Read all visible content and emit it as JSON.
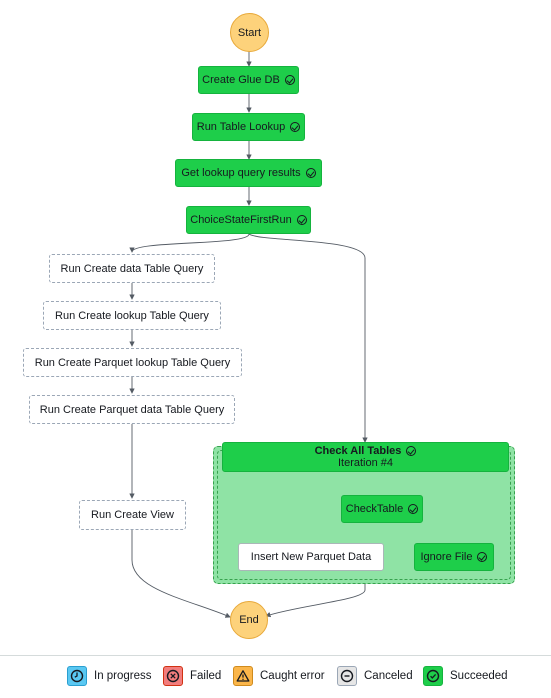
{
  "diagram": {
    "start": "Start",
    "end": "End",
    "nodes": {
      "create_glue_db": "Create Glue DB",
      "run_table_lookup": "Run Table Lookup",
      "get_lookup_results": "Get lookup query results",
      "choice_first_run": "ChoiceStateFirstRun",
      "run_create_data_table": "Run Create data Table Query",
      "run_create_lookup_table": "Run Create lookup Table Query",
      "run_create_parquet_lookup": "Run Create Parquet lookup Table Query",
      "run_create_parquet_data": "Run Create Parquet data Table Query",
      "run_create_view": "Run Create View",
      "check_all_tables": "Check All Tables",
      "iteration": "Iteration #4",
      "check_table": "CheckTable",
      "insert_parquet": "Insert New Parquet Data",
      "ignore_file": "Ignore File"
    }
  },
  "legend": [
    {
      "label": "In progress",
      "color": "#5ac8f2",
      "icon": "clock-icon"
    },
    {
      "label": "Failed",
      "color": "#f27d7d",
      "icon": "x-circle-icon"
    },
    {
      "label": "Caught error",
      "color": "#fbb64a",
      "icon": "warning-icon"
    },
    {
      "label": "Canceled",
      "color": "#e6e6e6",
      "icon": "minus-circle-icon"
    },
    {
      "label": "Succeeded",
      "color": "#1ece4a",
      "icon": "check-circle-icon"
    }
  ],
  "colors": {
    "succeeded": "#1ece4a",
    "map_background": "#8fe3a5",
    "start_end": "#fdd27b"
  }
}
